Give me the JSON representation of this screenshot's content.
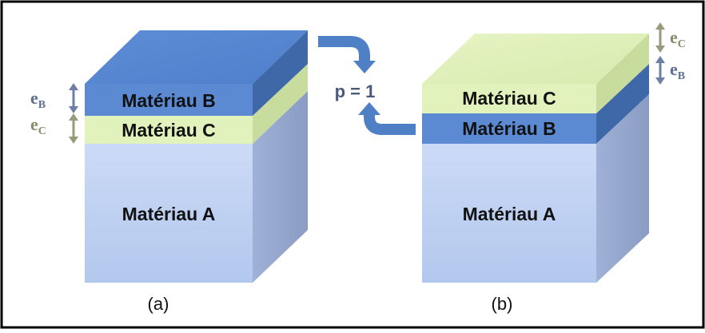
{
  "colors": {
    "material_a": "#c2d4f2",
    "material_b": "#5b8ad2",
    "material_c": "#e2f2bc",
    "label_b_color": "#5d6f93",
    "label_c_color": "#8a8a6a",
    "arrow": "#4f7fc4",
    "border": "#000000"
  },
  "left_block": {
    "layer_b": "Matériau B",
    "layer_c": "Matériau C",
    "layer_a": "Matériau A",
    "thickness_b": {
      "symbol": "e",
      "sub": "B"
    },
    "thickness_c": {
      "symbol": "e",
      "sub": "C"
    },
    "caption": "(a)"
  },
  "right_block": {
    "layer_c": "Matériau C",
    "layer_b": "Matériau B",
    "layer_a": "Matériau A",
    "thickness_c": {
      "symbol": "e",
      "sub": "C"
    },
    "thickness_b": {
      "symbol": "e",
      "sub": "B"
    },
    "caption": "(b)"
  },
  "transition_label": "p = 1",
  "icons": {
    "double_arrow": "up-down-arrow-icon",
    "curved_arrow": "curved-arrow-icon"
  }
}
